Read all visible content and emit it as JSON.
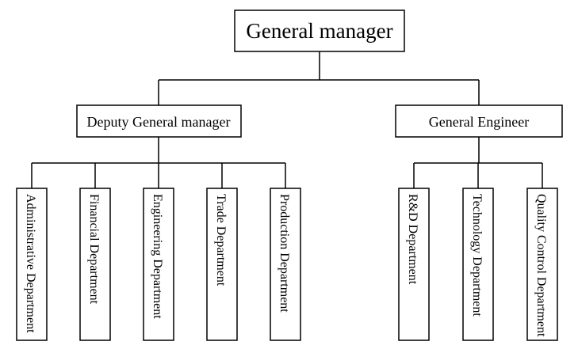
{
  "org_chart": {
    "root": {
      "label": "General manager"
    },
    "branches": [
      {
        "label": "Deputy General manager",
        "departments": [
          "Administrative Department",
          "Financial Department",
          "Engineering Department",
          "Trade Department",
          "Production Department"
        ]
      },
      {
        "label": "General Engineer",
        "departments": [
          "R&D Department",
          "Technology Department",
          "Quality Control Department"
        ]
      }
    ]
  }
}
